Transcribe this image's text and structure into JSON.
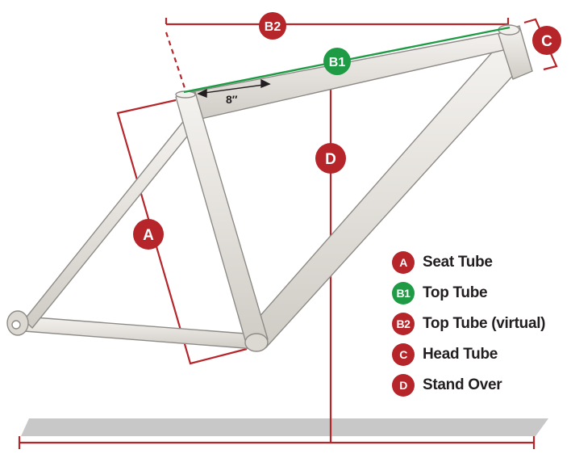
{
  "colors": {
    "red": "#b5252a",
    "green": "#1f9b45",
    "tube_fill": "#e6e3de",
    "tube_stroke": "#8f8c88",
    "ground": "#c8c8c8",
    "text": "#231f20"
  },
  "badges": {
    "a": "A",
    "b1": "B1",
    "b2": "B2",
    "c": "C",
    "d": "D"
  },
  "setback_label": "8″",
  "legend": [
    {
      "key": "A",
      "label": "Seat Tube",
      "color": "#b5252a"
    },
    {
      "key": "B1",
      "label": "Top Tube",
      "color": "#1f9b45"
    },
    {
      "key": "B2",
      "label": "Top Tube (virtual)",
      "color": "#b5252a"
    },
    {
      "key": "C",
      "label": "Head Tube",
      "color": "#b5252a"
    },
    {
      "key": "D",
      "label": "Stand Over",
      "color": "#b5252a"
    }
  ]
}
